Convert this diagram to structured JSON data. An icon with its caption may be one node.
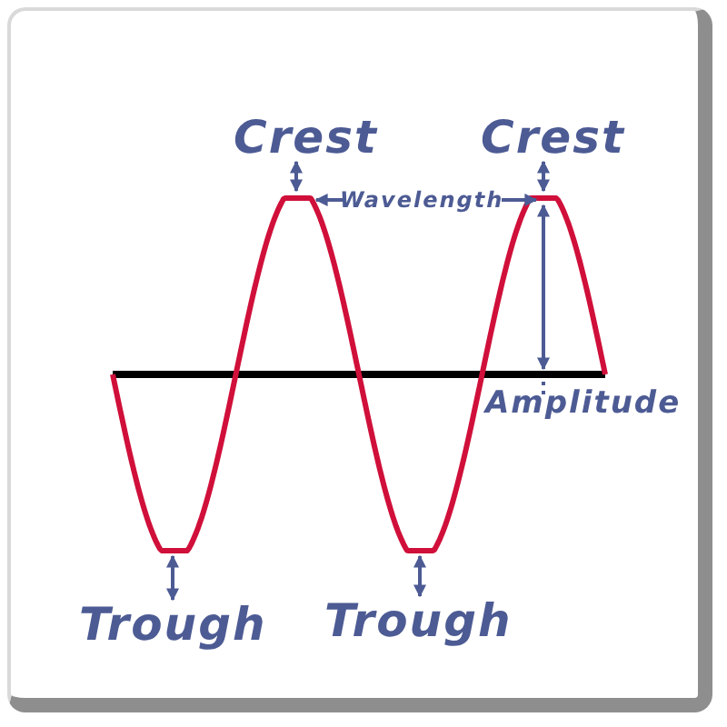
{
  "diagram": {
    "nodes": [
      {
        "text": [
          "Crest"
        ]
      },
      {
        "text": [
          "Crest"
        ]
      },
      {
        "text": [
          "Trough"
        ]
      },
      {
        "text": [
          "Trough"
        ]
      }
    ],
    "edges": [
      {
        "from": 0,
        "to": null,
        "arrow": "both"
      },
      {
        "from": 1,
        "to": null,
        "arrow": "both"
      },
      {
        "from": 2,
        "to": null,
        "arrow": "both"
      },
      {
        "from": 3,
        "to": null,
        "arrow": "both"
      }
    ],
    "labels": [
      "Wavelength",
      "Amplitude"
    ]
  }
}
